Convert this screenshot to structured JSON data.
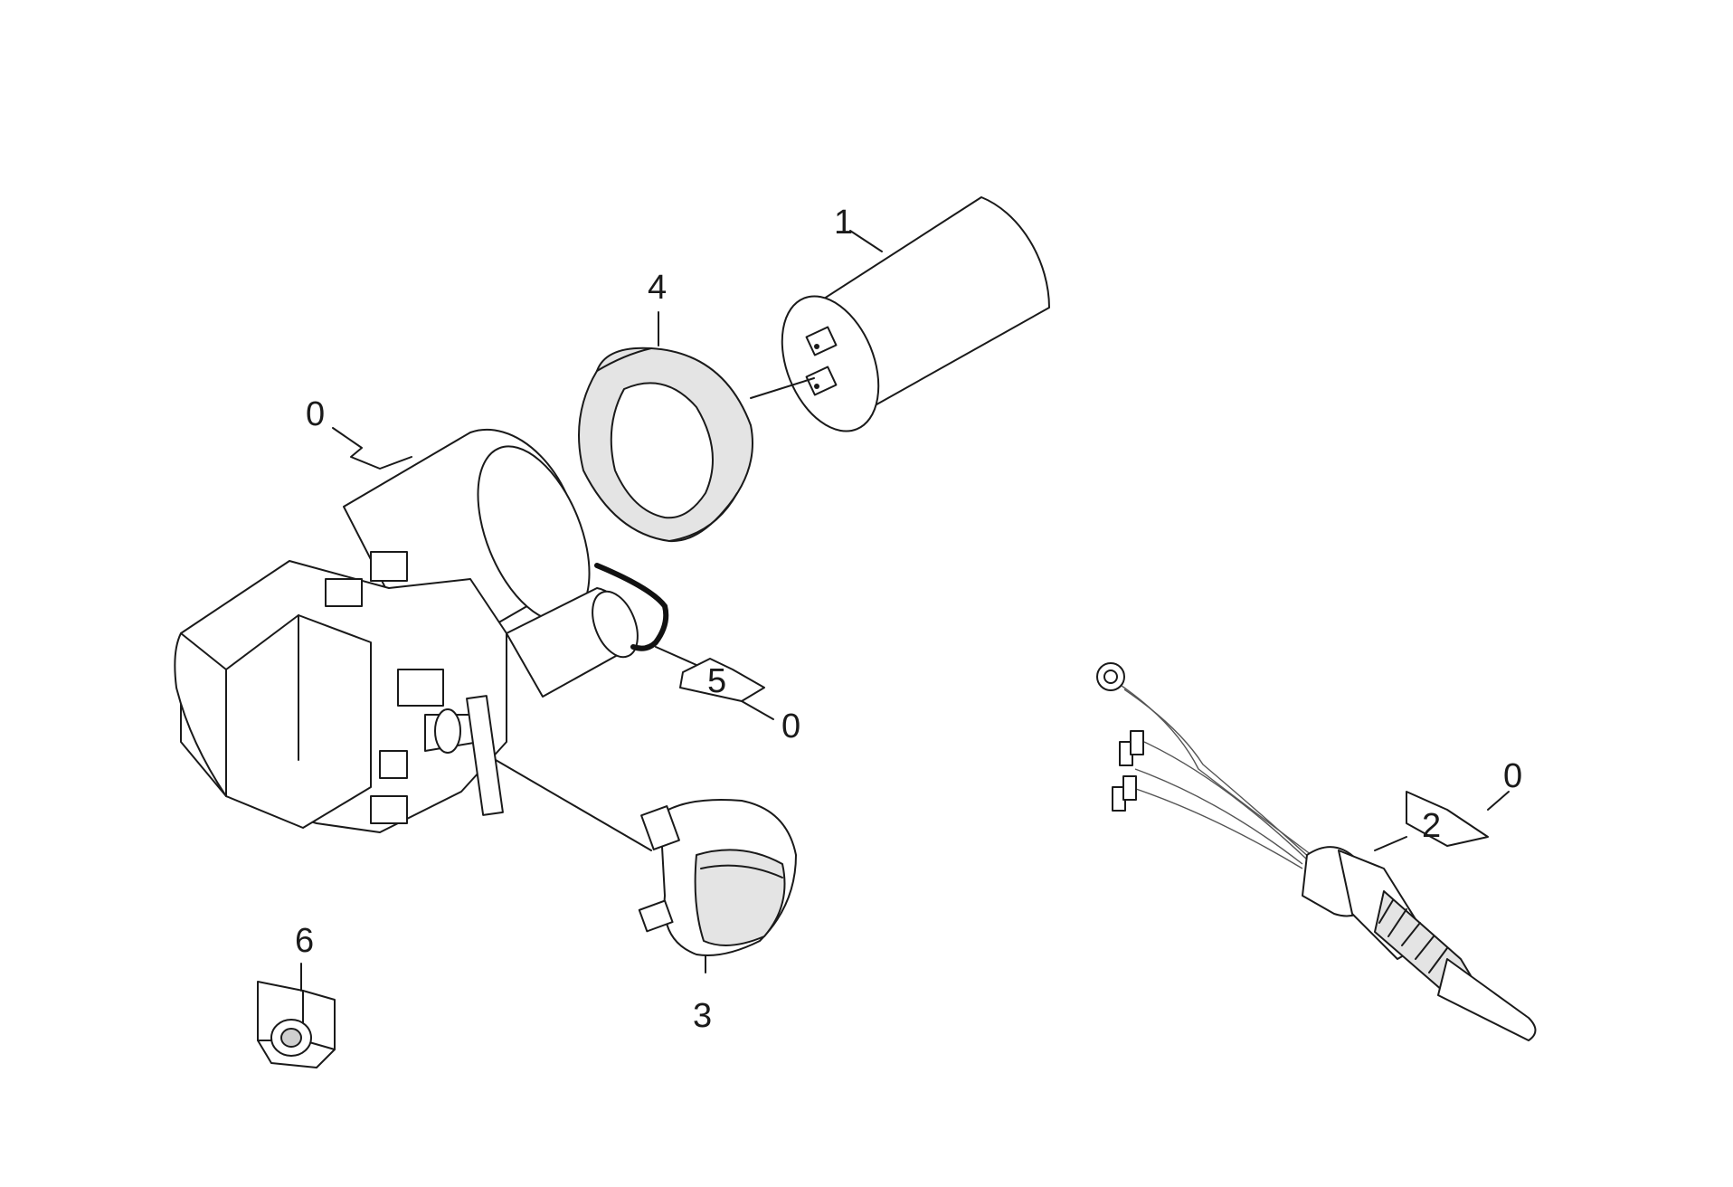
{
  "callouts": [
    {
      "label": "1"
    },
    {
      "label": "4"
    },
    {
      "label": "0"
    },
    {
      "label": "5"
    },
    {
      "label": "0"
    },
    {
      "label": "6"
    },
    {
      "label": "3"
    },
    {
      "label": "2"
    },
    {
      "label": "0"
    }
  ]
}
